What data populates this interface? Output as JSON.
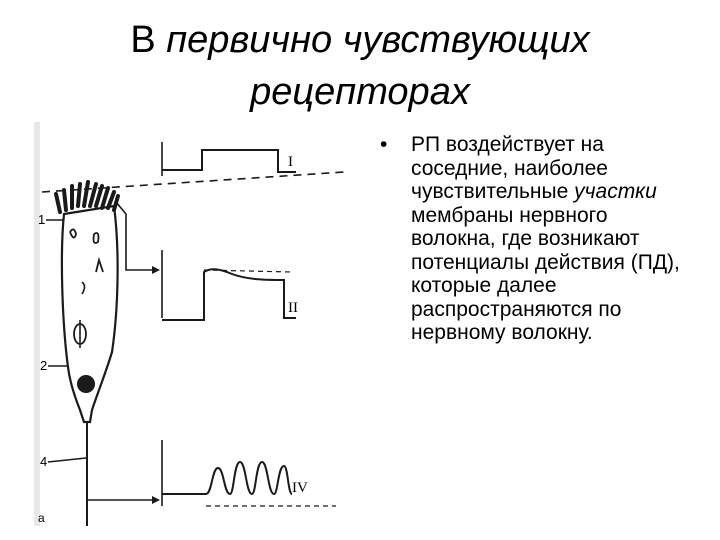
{
  "slide": {
    "title_plain": "В",
    "title_italic_1": "первично чувствующих",
    "title_italic_2": "рецепторах"
  },
  "figure": {
    "labels": [
      "1",
      "2",
      "4",
      "a"
    ],
    "trace_labels": [
      "I",
      "II",
      "IV"
    ],
    "colors": {
      "ink": "#1a1a1a",
      "paper": "#ffffff",
      "scan": "#e8e8e8"
    }
  },
  "bullet": {
    "marker": "•",
    "part1": "РП воздействует на соседние, наиболее",
    "part2": "чувствительные",
    "part3": "участки",
    "part4": "мембраны нервного волокна, где возникают потенциалы действия (ПД), которые далее распространяются по нервному волокну."
  }
}
